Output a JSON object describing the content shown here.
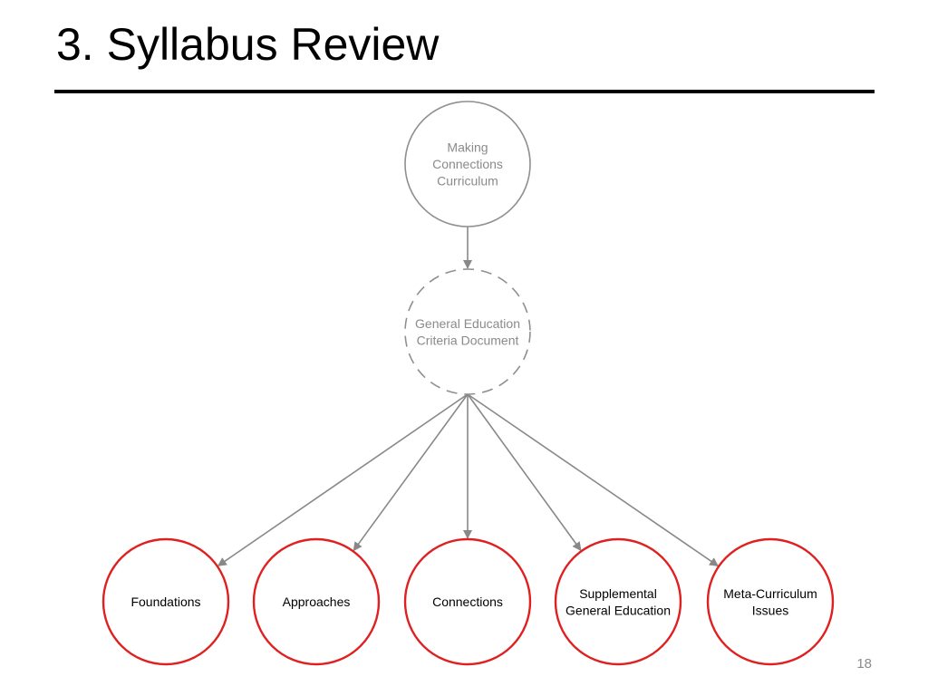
{
  "slide": {
    "title": "3.  Syllabus Review",
    "page_number": "18"
  },
  "diagram": {
    "colors": {
      "top_node": "#8f8f8f",
      "top_text": "#8a8a8a",
      "leaf_node": "#e02020",
      "leaf_text": "#000000",
      "connector": "#888888"
    },
    "root": {
      "lines": [
        "Making",
        "Connections",
        "Curriculum"
      ],
      "style": "solid"
    },
    "middle": {
      "lines": [
        "General Education",
        "Criteria Document"
      ],
      "style": "dashed"
    },
    "leaves": [
      {
        "lines": [
          "Foundations"
        ]
      },
      {
        "lines": [
          "Approaches"
        ]
      },
      {
        "lines": [
          "Connections"
        ]
      },
      {
        "lines": [
          "Supplemental",
          "General Education"
        ]
      },
      {
        "lines": [
          "Meta-Curriculum",
          "Issues"
        ]
      }
    ]
  }
}
